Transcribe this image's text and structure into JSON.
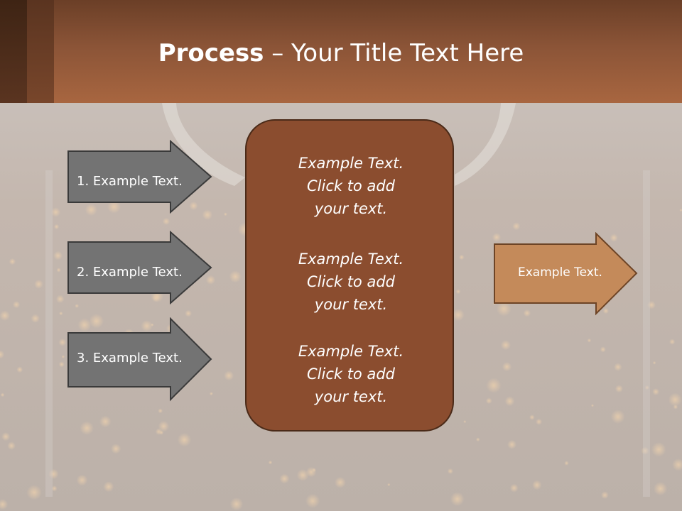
{
  "title": {
    "bold": "Process",
    "rest": " – Your Title Text Here"
  },
  "left_arrows": [
    {
      "label": "1. Example Text."
    },
    {
      "label": "2. Example Text."
    },
    {
      "label": "3. Example Text."
    }
  ],
  "center_box": {
    "blocks": [
      {
        "lines": [
          "Example Text.",
          "Click  to add",
          "your text."
        ]
      },
      {
        "lines": [
          "Example Text.",
          "Click  to add",
          "your text."
        ]
      },
      {
        "lines": [
          "Example Text.",
          "Click  to add",
          "your text."
        ]
      }
    ]
  },
  "right_arrow": {
    "label": "Example Text."
  },
  "colors": {
    "header": "#8b5437",
    "left_arrow_fill": "#737373",
    "center_fill": "#8b4d2f",
    "right_arrow_fill": "#c48a5a"
  }
}
